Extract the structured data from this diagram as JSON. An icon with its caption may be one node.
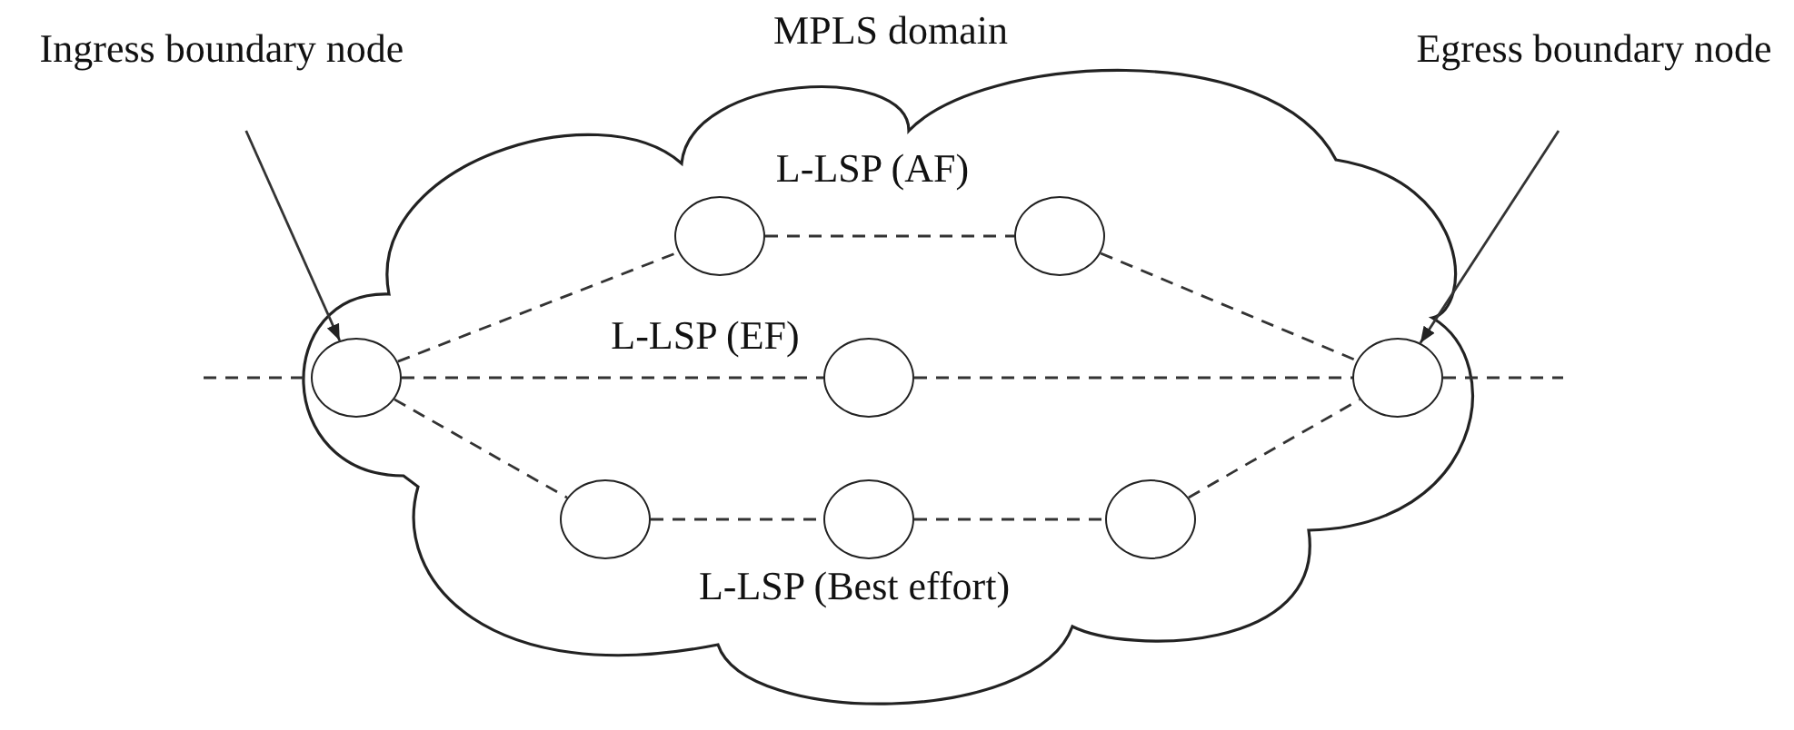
{
  "diagram": {
    "nodes": [
      {
        "text": [
          "MPLS domain"
        ]
      },
      {
        "text": [
          "Ingress boundary node"
        ]
      },
      {
        "text": [
          "Egress boundary node"
        ]
      },
      {
        "text": [],
        "shape": "circle",
        "in": 0
      },
      {
        "text": [],
        "shape": "circle",
        "in": 0
      },
      {
        "text": [],
        "shape": "circle",
        "in": 0
      },
      {
        "text": [],
        "shape": "circle",
        "in": 0
      },
      {
        "text": [],
        "shape": "circle",
        "in": 0
      },
      {
        "text": [],
        "shape": "circle",
        "in": 0
      },
      {
        "text": [],
        "shape": "circle",
        "in": 0
      },
      {
        "text": [],
        "shape": "circle",
        "in": 0
      }
    ],
    "edges": [
      {
        "from": null,
        "to": 5,
        "arrow": "none",
        "style": "dashed"
      },
      {
        "from": 5,
        "to": 6,
        "arrow": "none",
        "style": "dashed"
      },
      {
        "from": 6,
        "to": 7,
        "arrow": "none",
        "style": "dashed"
      },
      {
        "from": 7,
        "to": null,
        "arrow": "none",
        "style": "dashed"
      },
      {
        "from": 5,
        "to": 3,
        "arrow": "none",
        "style": "dashed"
      },
      {
        "from": 3,
        "to": 4,
        "arrow": "none",
        "style": "dashed"
      },
      {
        "from": 4,
        "to": 7,
        "arrow": "none",
        "style": "dashed"
      },
      {
        "from": 5,
        "to": 8,
        "arrow": "none",
        "style": "dashed"
      },
      {
        "from": 8,
        "to": 9,
        "arrow": "none",
        "style": "dashed"
      },
      {
        "from": 9,
        "to": 10,
        "arrow": "none",
        "style": "dashed"
      },
      {
        "from": 10,
        "to": 7,
        "arrow": "none",
        "style": "dashed"
      },
      {
        "from": 1,
        "to": 5,
        "arrow": "to"
      },
      {
        "from": 2,
        "to": 7,
        "arrow": "to"
      }
    ],
    "labels": [
      "L-LSP (AF)",
      "L-LSP (EF)",
      "L-LSP (Best effort)"
    ]
  }
}
